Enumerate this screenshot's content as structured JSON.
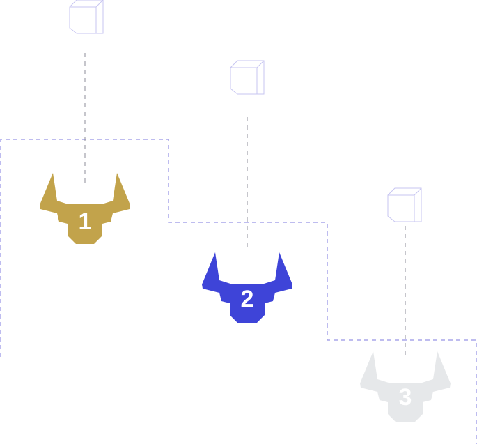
{
  "colors": {
    "background": "#ffffff",
    "stairs_line": "#a9a6ea",
    "drop_line": "#8c8c98",
    "cube_stroke": "#c7c5f1",
    "gold": "#c2a34b",
    "blue": "#3e44d8",
    "gray": "#e6e8ea",
    "number_text": "#ffffff"
  },
  "steps": [
    {
      "number": "1",
      "color_key": "gold",
      "icon": "bull-head-icon",
      "block_icon": "cube-icon"
    },
    {
      "number": "2",
      "color_key": "blue",
      "icon": "bull-head-icon",
      "block_icon": "cube-icon"
    },
    {
      "number": "3",
      "color_key": "gray",
      "icon": "bull-head-icon",
      "block_icon": "cube-icon"
    }
  ]
}
